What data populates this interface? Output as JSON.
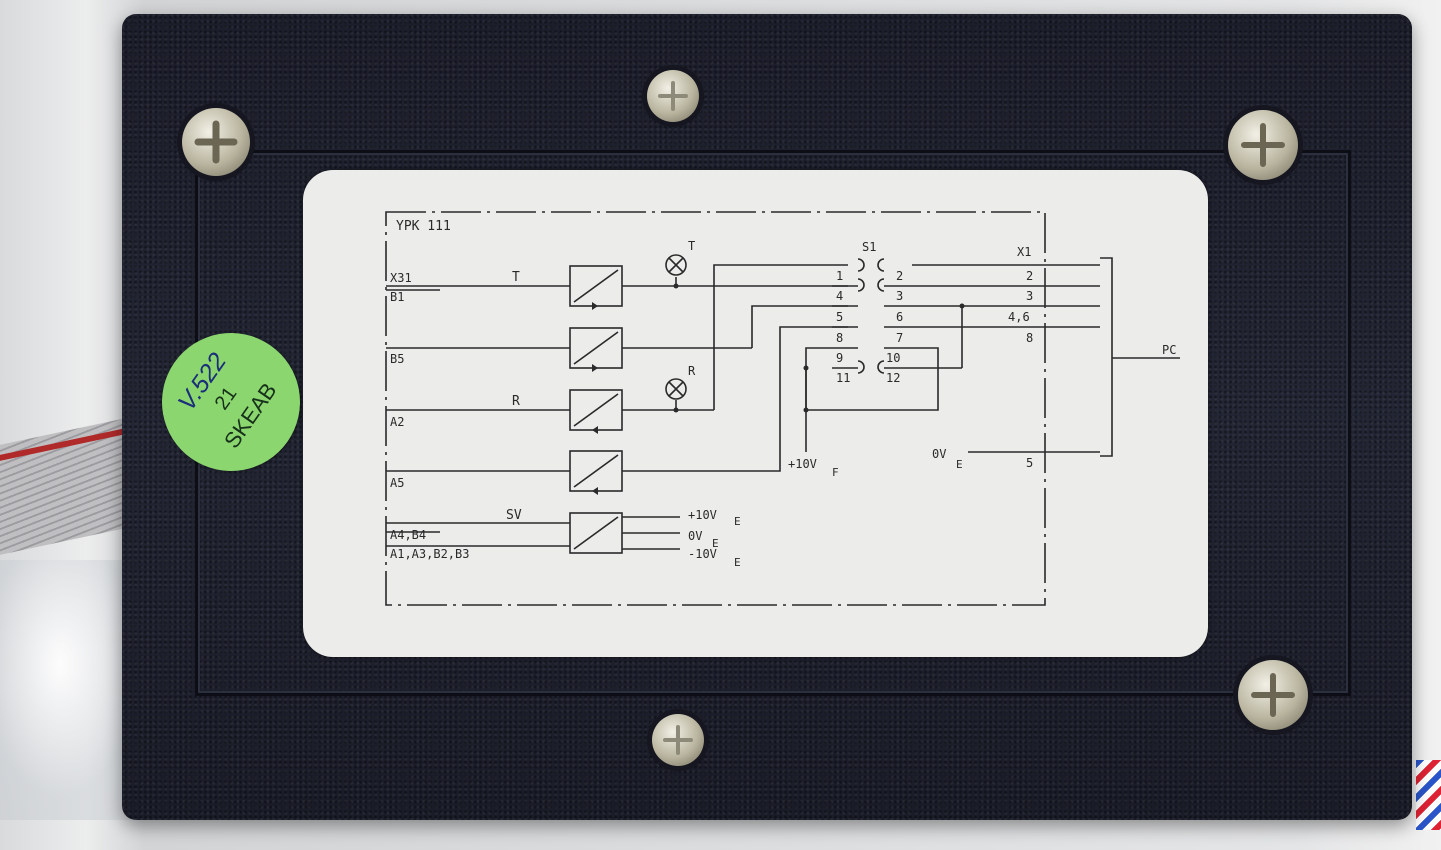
{
  "sticker": {
    "version": "V.5",
    "handwritten": "22",
    "number": "21",
    "brand": "SKEAB"
  },
  "diagram": {
    "title": "YPK 111",
    "left_terminals": [
      "X31",
      "B1",
      "B5",
      "A2",
      "A5",
      "A4,B4",
      "A1,A3,B2,B3"
    ],
    "signal_labels": [
      "T",
      "R",
      "SV"
    ],
    "lamp_labels": [
      "T",
      "R"
    ],
    "switch_label": "S1",
    "switch_left": [
      "1",
      "4",
      "5",
      "8",
      "9",
      "11"
    ],
    "switch_right": [
      "2",
      "3",
      "6",
      "7",
      "10",
      "12"
    ],
    "connector_label": "X1",
    "connector_pins": [
      "2",
      "3",
      "4,6",
      "8",
      "5"
    ],
    "pc_label": "PC",
    "supply_f": "+10V",
    "supply_f_sub": "F",
    "ground_e": "0V",
    "ground_e_sub": "E",
    "supply_outputs": [
      {
        "text": "+10V",
        "sub": "E"
      },
      {
        "text": "0V",
        "sub": "E"
      },
      {
        "text": "-10V",
        "sub": "E"
      }
    ]
  }
}
